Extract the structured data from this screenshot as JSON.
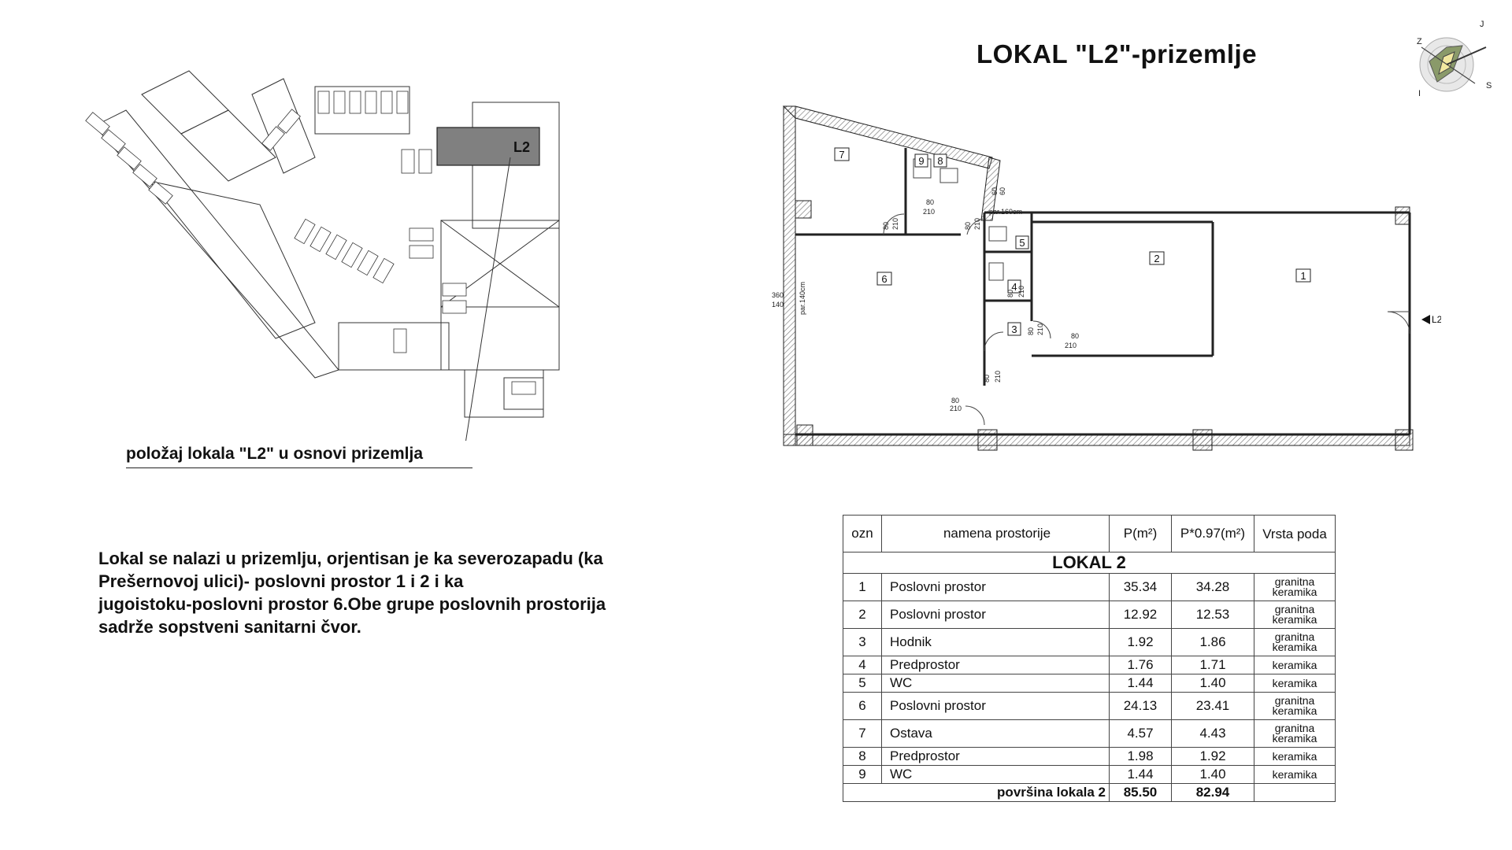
{
  "title": "LOKAL \"L2\"-prizemlje",
  "compass": {
    "letters": [
      "J",
      "Z",
      "I",
      "S"
    ]
  },
  "siteplan": {
    "caption": "položaj lokala \"L2\" u osnovi prizemlja",
    "unit_label": "L2"
  },
  "description": [
    "Lokal se nalazi u prizemlju, orjentisan je ka severozapadu  (ka",
    "Prešernovoj ulici)- poslovni prostor 1 i 2 i ka",
    "jugoistoku-poslovni prostor 6.Obe grupe poslovnih prostorija",
    "sadrže sopstveni sanitarni čvor."
  ],
  "floorplan": {
    "entrance_label": "L2",
    "room_numbers": [
      "1",
      "2",
      "3",
      "4",
      "5",
      "6",
      "7",
      "8",
      "9"
    ],
    "dimensions": {
      "par_left": "par.140cm",
      "par_top": "par.160cm",
      "left_a": "360",
      "left_b": "140",
      "door_80": "80",
      "door_210": "210",
      "door_60": "60"
    }
  },
  "table": {
    "headers": {
      "ozn": "ozn",
      "name": "namena prostorije",
      "p": "P(m²)",
      "p97": "P*0.97(m²)",
      "floor": "Vrsta poda"
    },
    "section_title": "LOKAL 2",
    "rows": [
      {
        "ozn": "1",
        "name": "Poslovni prostor",
        "p": "35.34",
        "p97": "34.28",
        "floor": "granitna keramika"
      },
      {
        "ozn": "2",
        "name": "Poslovni prostor",
        "p": "12.92",
        "p97": "12.53",
        "floor": "granitna keramika"
      },
      {
        "ozn": "3",
        "name": "Hodnik",
        "p": "1.92",
        "p97": "1.86",
        "floor": "granitna keramika"
      },
      {
        "ozn": "4",
        "name": "Predprostor",
        "p": "1.76",
        "p97": "1.71",
        "floor": "keramika"
      },
      {
        "ozn": "5",
        "name": "WC",
        "p": "1.44",
        "p97": "1.40",
        "floor": "keramika"
      },
      {
        "ozn": "6",
        "name": "Poslovni prostor",
        "p": "24.13",
        "p97": "23.41",
        "floor": "granitna keramika"
      },
      {
        "ozn": "7",
        "name": "Ostava",
        "p": "4.57",
        "p97": "4.43",
        "floor": "granitna keramika"
      },
      {
        "ozn": "8",
        "name": "Predprostor",
        "p": "1.98",
        "p97": "1.92",
        "floor": "keramika"
      },
      {
        "ozn": "9",
        "name": "WC",
        "p": "1.44",
        "p97": "1.40",
        "floor": "keramika"
      }
    ],
    "total_label": "površina lokala 2",
    "total_p": "85.50",
    "total_p97": "82.94"
  }
}
